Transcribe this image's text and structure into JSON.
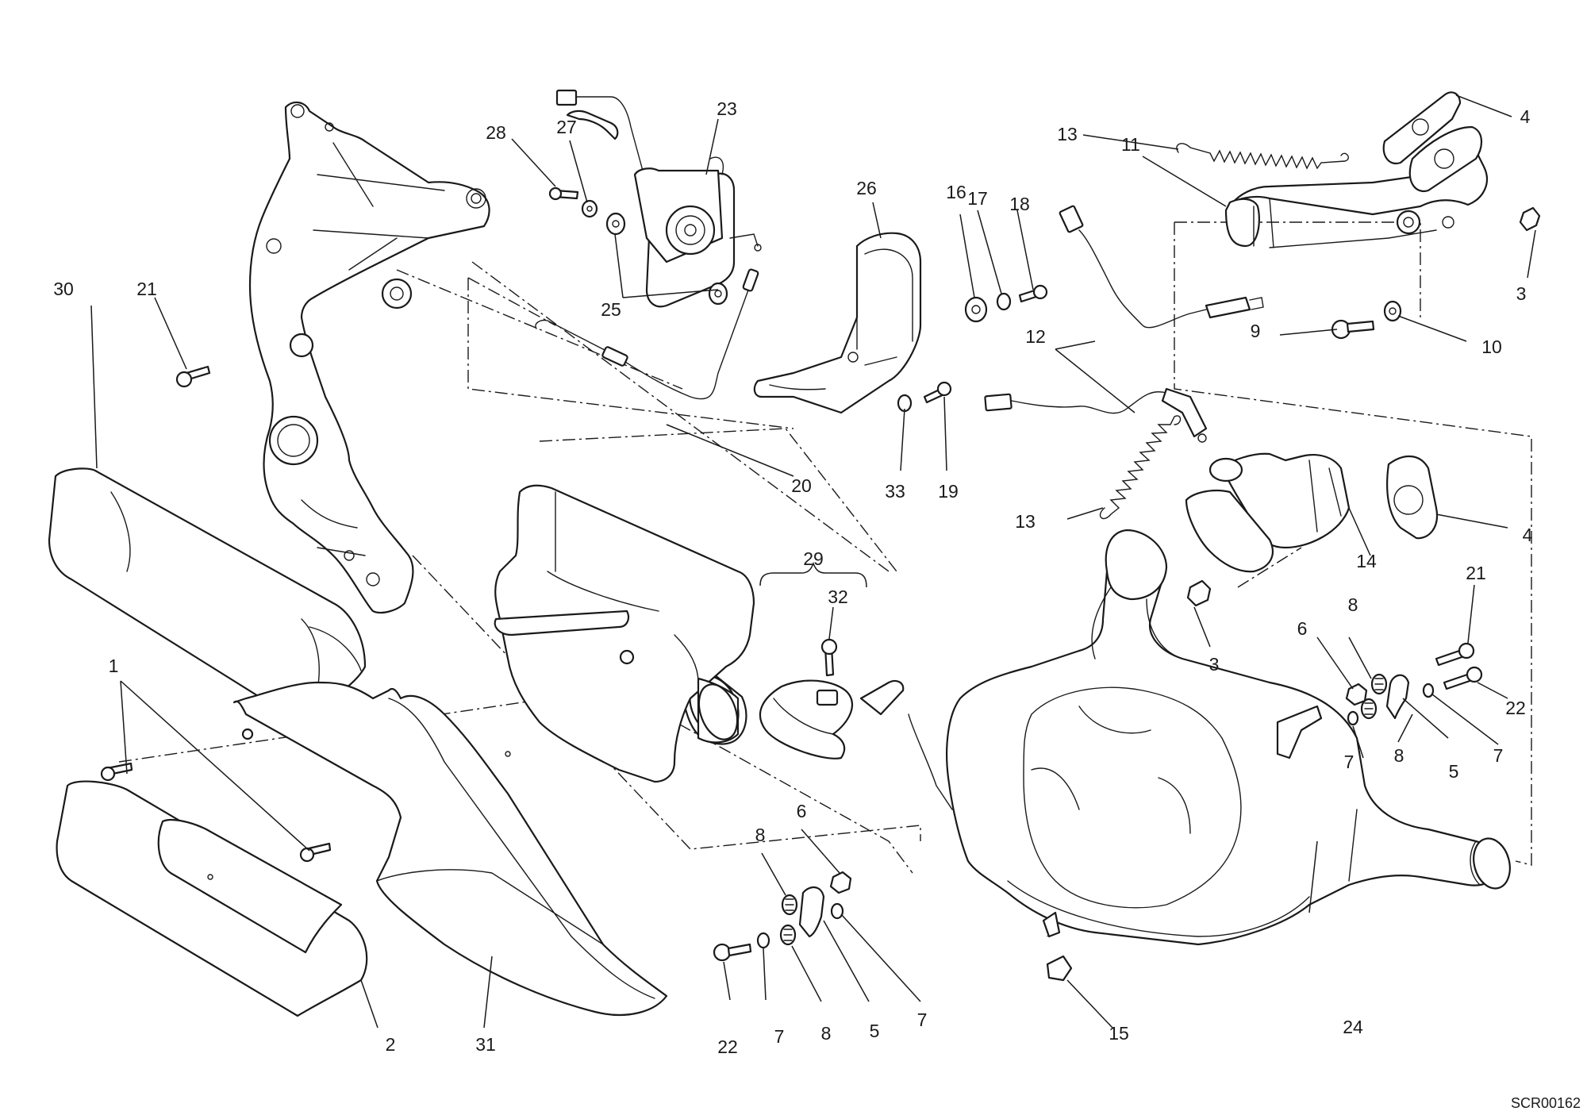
{
  "diagram": {
    "drawing_code": "SCR00162",
    "callouts": [
      "1",
      "2",
      "3",
      "3",
      "4",
      "4",
      "5",
      "5",
      "6",
      "6",
      "7",
      "7",
      "7",
      "7",
      "8",
      "8",
      "8",
      "8",
      "9",
      "10",
      "11",
      "12",
      "13",
      "13",
      "14",
      "15",
      "16",
      "17",
      "18",
      "19",
      "20",
      "21",
      "21",
      "22",
      "22",
      "23",
      "24",
      "25",
      "26",
      "27",
      "28",
      "29",
      "30",
      "31",
      "32",
      "33"
    ]
  }
}
